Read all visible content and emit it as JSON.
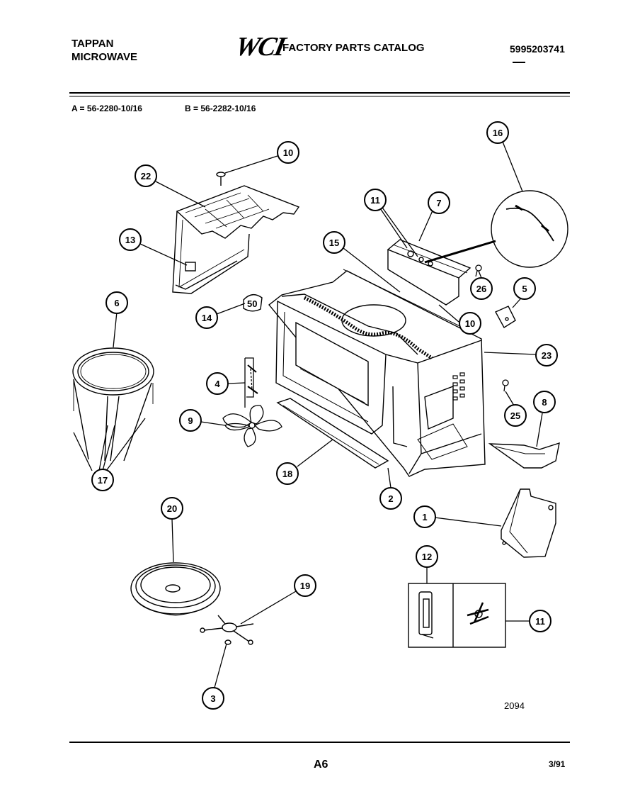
{
  "header": {
    "brand_line1": "TAPPAN",
    "brand_line2": "MICROWAVE",
    "logo_text": "WCI",
    "catalog_title": "FACTORY PARTS CATALOG",
    "catalog_number": "5995203741"
  },
  "models": {
    "a": "A = 56-2280-10/16",
    "b": "B = 56-2282-10/16"
  },
  "drawing_number": "2094",
  "footer": {
    "page": "A6",
    "date": "3/91"
  },
  "callouts": [
    {
      "id": "c-10-top",
      "label": "10"
    },
    {
      "id": "c-22",
      "label": "22"
    },
    {
      "id": "c-13",
      "label": "13"
    },
    {
      "id": "c-6",
      "label": "6"
    },
    {
      "id": "c-14",
      "label": "14"
    },
    {
      "id": "c-4",
      "label": "4"
    },
    {
      "id": "c-9",
      "label": "9"
    },
    {
      "id": "c-17",
      "label": "17"
    },
    {
      "id": "c-18",
      "label": "18"
    },
    {
      "id": "c-2",
      "label": "2"
    },
    {
      "id": "c-15",
      "label": "15"
    },
    {
      "id": "c-11-top",
      "label": "11"
    },
    {
      "id": "c-7",
      "label": "7"
    },
    {
      "id": "c-16",
      "label": "16"
    },
    {
      "id": "c-26",
      "label": "26"
    },
    {
      "id": "c-5",
      "label": "5"
    },
    {
      "id": "c-10-mid",
      "label": "10"
    },
    {
      "id": "c-23",
      "label": "23"
    },
    {
      "id": "c-25",
      "label": "25"
    },
    {
      "id": "c-8",
      "label": "8"
    },
    {
      "id": "c-1",
      "label": "1"
    },
    {
      "id": "c-20",
      "label": "20"
    },
    {
      "id": "c-19",
      "label": "19"
    },
    {
      "id": "c-3",
      "label": "3"
    },
    {
      "id": "c-12",
      "label": "12"
    },
    {
      "id": "c-11-bot",
      "label": "11"
    }
  ]
}
